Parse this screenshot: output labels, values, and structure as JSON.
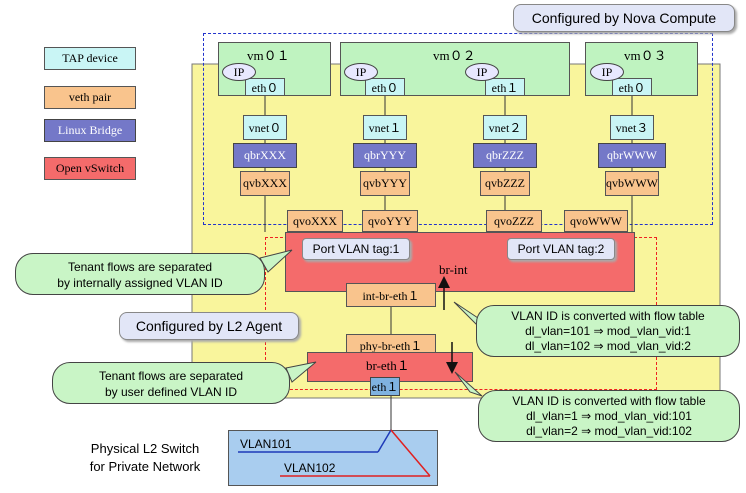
{
  "colors": {
    "host_bg": "#f9f59c",
    "tap": "#c9f5f5",
    "veth": "#f9c48d",
    "linux_bridge": "#7478c8",
    "ovs": "#f46b6b",
    "vm": "#bff3c0",
    "callout": "#c9f5c6",
    "nova_border": "#2233cc",
    "l2_border": "#ee2222",
    "switch_bg": "#a9cdef",
    "vlan101": "#1e3ab8",
    "vlan102": "#e02020"
  },
  "legend": {
    "tap": "TAP device",
    "veth": "veth pair",
    "linux_bridge": "Linux Bridge",
    "ovs": "Open vSwitch"
  },
  "labels": {
    "nova": "Configured by Nova Compute",
    "l2agent": "Configured by L2 Agent"
  },
  "vms": [
    {
      "name": "vm０１",
      "ips": [
        "IP"
      ],
      "eths": [
        "eth０"
      ]
    },
    {
      "name": "vm０２",
      "ips": [
        "IP",
        "IP"
      ],
      "eths": [
        "eth０",
        "eth１"
      ]
    },
    {
      "name": "vm０３",
      "ips": [
        "IP"
      ],
      "eths": [
        "eth０"
      ]
    }
  ],
  "columns": [
    {
      "vnet": "vnet０",
      "qbr": "qbrXXX",
      "qvb": "qvbXXX",
      "qvo": "qvoXXX"
    },
    {
      "vnet": "vnet１",
      "qbr": "qbrYYY",
      "qvb": "qvbYYY",
      "qvo": "qvoYYY"
    },
    {
      "vnet": "vnet２",
      "qbr": "qbrZZZ",
      "qvb": "qvbZZZ",
      "qvo": "qvoZZZ"
    },
    {
      "vnet": "vnet３",
      "qbr": "qbrWWW",
      "qvb": "qvbWWW",
      "qvo": "qvoWWW"
    }
  ],
  "br_int": {
    "name": "br-int",
    "tag1": "Port VLAN tag:1",
    "tag2": "Port VLAN tag:2",
    "port": "int-br-eth１"
  },
  "br_eth1": {
    "name": "br-eth１",
    "port": "phy-br-eth１",
    "eth": "eth１"
  },
  "callouts": {
    "tenant_internal": [
      "Tenant flows are separated",
      "by internally assigned VLAN ID"
    ],
    "tenant_user": [
      "Tenant flows are separated",
      "by user defined VLAN ID"
    ],
    "flow_int": [
      "VLAN ID is converted with flow table",
      "dl_vlan=101 ⇒ mod_vlan_vid:1",
      "dl_vlan=102 ⇒ mod_vlan_vid:2"
    ],
    "flow_eth": [
      "VLAN ID is converted with flow table",
      "dl_vlan=1 ⇒ mod_vlan_vid:101",
      "dl_vlan=2 ⇒ mod_vlan_vid:102"
    ]
  },
  "physical": {
    "title": [
      "Physical L2 Switch",
      "for Private Network"
    ],
    "vlan101": "VLAN101",
    "vlan102": "VLAN102"
  }
}
